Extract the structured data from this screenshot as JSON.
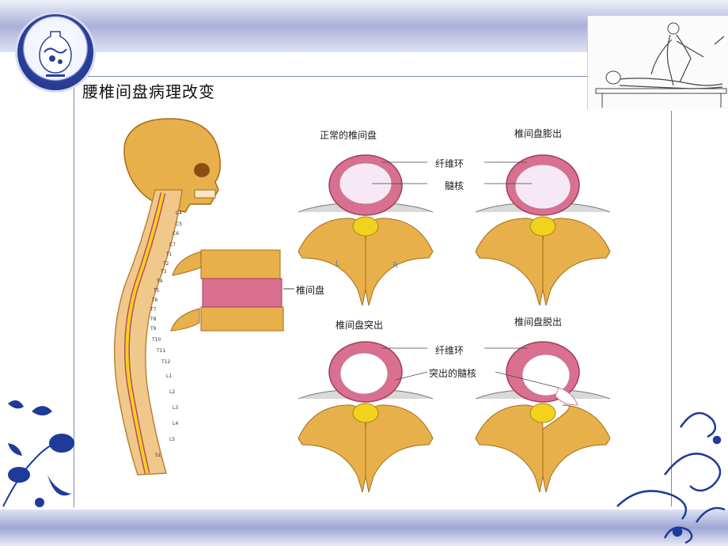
{
  "title": "腰椎间盘病理改变",
  "panels": {
    "normal": {
      "title": "正常的椎间盘",
      "left_mark": "L",
      "right_mark": "R"
    },
    "bulging": {
      "title": "椎间盘膨出"
    },
    "protrusion": {
      "title": "椎间盘突出"
    },
    "prolapse": {
      "title": "椎间盘脱出"
    }
  },
  "callouts": {
    "annulus": "纤维环",
    "nucleus": "髓核",
    "disc": "椎间盘",
    "annulus2": "纤维环",
    "herniated_nucleus": "突出的髓核"
  },
  "spine_levels": [
    "C4",
    "C5",
    "C6",
    "C7",
    "T1",
    "T2",
    "T3",
    "T4",
    "T5",
    "T6",
    "T7",
    "T8",
    "T9",
    "T10",
    "T11",
    "T12",
    "L1",
    "L2",
    "L3",
    "L4",
    "L5",
    "S1"
  ],
  "colors": {
    "band": "#aab0da",
    "frame": "#7a86c4",
    "bone": "#e8b04a",
    "disc_outer": "#d9708f",
    "disc_inner": "#f7e9f3",
    "cord": "#f2d21c",
    "ornament": "#1f3a9a"
  },
  "icons": {
    "logo": "porcelain-vase-icon",
    "ornament_left": "floral-ornament-icon",
    "ornament_right": "scroll-ornament-icon"
  }
}
